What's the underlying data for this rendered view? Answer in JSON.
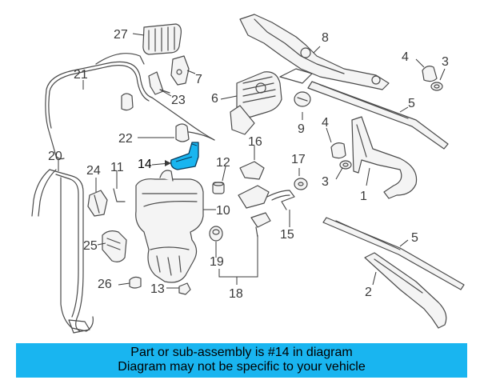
{
  "diagram": {
    "highlight_color": "#19b5f0",
    "callouts": [
      {
        "id": "c1",
        "text": "1"
      },
      {
        "id": "c2",
        "text": "2"
      },
      {
        "id": "c3a",
        "text": "3"
      },
      {
        "id": "c3b",
        "text": "3"
      },
      {
        "id": "c4a",
        "text": "4"
      },
      {
        "id": "c4b",
        "text": "4"
      },
      {
        "id": "c5a",
        "text": "5"
      },
      {
        "id": "c5b",
        "text": "5"
      },
      {
        "id": "c6",
        "text": "6"
      },
      {
        "id": "c7",
        "text": "7"
      },
      {
        "id": "c8",
        "text": "8"
      },
      {
        "id": "c9",
        "text": "9"
      },
      {
        "id": "c10",
        "text": "10"
      },
      {
        "id": "c11",
        "text": "11"
      },
      {
        "id": "c12",
        "text": "12"
      },
      {
        "id": "c13",
        "text": "13"
      },
      {
        "id": "c14",
        "text": "14"
      },
      {
        "id": "c15",
        "text": "15"
      },
      {
        "id": "c16",
        "text": "16"
      },
      {
        "id": "c17",
        "text": "17"
      },
      {
        "id": "c18",
        "text": "18"
      },
      {
        "id": "c19",
        "text": "19"
      },
      {
        "id": "c20",
        "text": "20"
      },
      {
        "id": "c21",
        "text": "21"
      },
      {
        "id": "c22",
        "text": "22"
      },
      {
        "id": "c23",
        "text": "23"
      },
      {
        "id": "c24",
        "text": "24"
      },
      {
        "id": "c25",
        "text": "25"
      },
      {
        "id": "c26",
        "text": "26"
      },
      {
        "id": "c27",
        "text": "27"
      }
    ]
  },
  "banner": {
    "line1": "Part or sub-assembly is #14 in diagram",
    "line2": "Diagram may not be specific to your vehicle",
    "background": "#19b5f0"
  }
}
